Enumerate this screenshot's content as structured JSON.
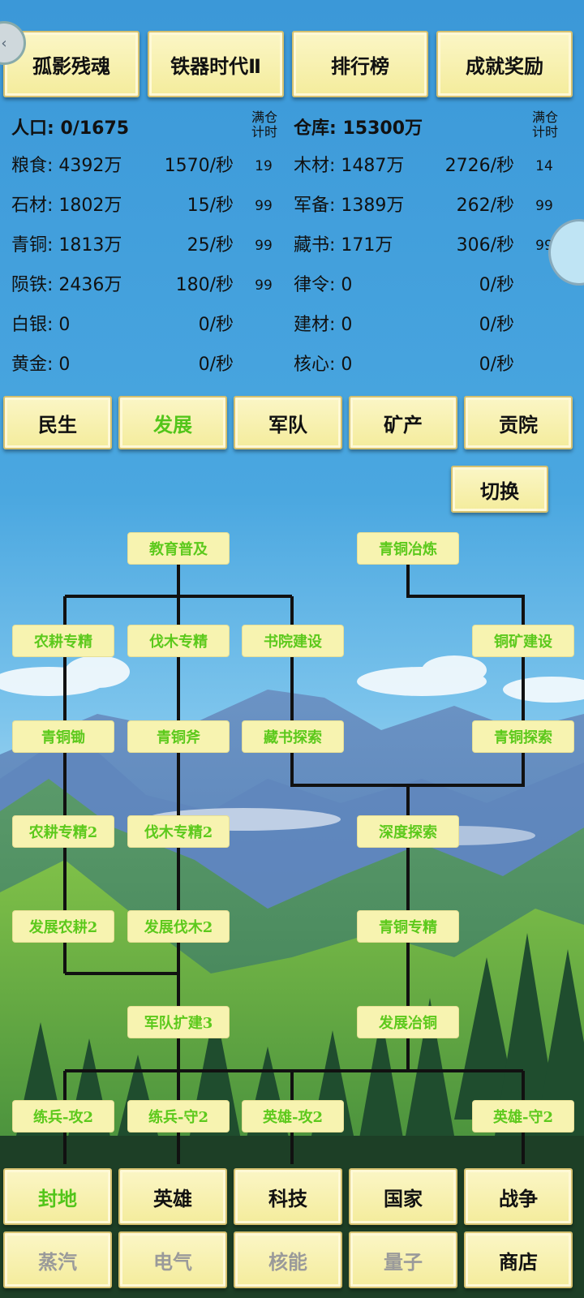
{
  "top_buttons": [
    "孤影残魂",
    "铁器时代Ⅱ",
    "排行榜",
    "成就奖励"
  ],
  "population": {
    "label": "人口",
    "value": "0/1675"
  },
  "warehouse": {
    "label": "仓库",
    "value": "15300万"
  },
  "timer_header": "满仓计时",
  "resources_left": [
    {
      "name": "粮食",
      "amount": "4392万",
      "rate": "1570/秒",
      "timer": "19"
    },
    {
      "name": "石材",
      "amount": "1802万",
      "rate": "15/秒",
      "timer": "99"
    },
    {
      "name": "青铜",
      "amount": "1813万",
      "rate": "25/秒",
      "timer": "99"
    },
    {
      "name": "陨铁",
      "amount": "2436万",
      "rate": "180/秒",
      "timer": "99"
    },
    {
      "name": "白银",
      "amount": "0",
      "rate": "0/秒",
      "timer": ""
    },
    {
      "name": "黄金",
      "amount": "0",
      "rate": "0/秒",
      "timer": ""
    }
  ],
  "resources_right": [
    {
      "name": "木材",
      "amount": "1487万",
      "rate": "2726/秒",
      "timer": "14"
    },
    {
      "name": "军备",
      "amount": "1389万",
      "rate": "262/秒",
      "timer": "99"
    },
    {
      "name": "藏书",
      "amount": "171万",
      "rate": "306/秒",
      "timer": "99"
    },
    {
      "name": "律令",
      "amount": "0",
      "rate": "0/秒",
      "timer": ""
    },
    {
      "name": "建材",
      "amount": "0",
      "rate": "0/秒",
      "timer": ""
    },
    {
      "name": "核心",
      "amount": "0",
      "rate": "0/秒",
      "timer": ""
    }
  ],
  "category_tabs": [
    "民生",
    "发展",
    "军队",
    "矿产",
    "贡院"
  ],
  "active_category": "发展",
  "switch_label": "切换",
  "tech_nodes": {
    "education": "教育普及",
    "bronze_smelting": "青铜冶炼",
    "farming_mastery": "农耕专精",
    "logging_mastery": "伐木专精",
    "academy_build": "书院建设",
    "copper_mine_build": "铜矿建设",
    "bronze_hoe": "青铜锄",
    "bronze_axe": "青铜斧",
    "book_explore": "藏书探索",
    "bronze_explore": "青铜探索",
    "farming_mastery2": "农耕专精2",
    "logging_mastery2": "伐木专精2",
    "deep_explore": "深度探索",
    "develop_farming2": "发展农耕2",
    "develop_logging2": "发展伐木2",
    "bronze_mastery": "青铜专精",
    "army_expand3": "军队扩建3",
    "develop_copper": "发展冶铜",
    "train_attack2": "练兵-攻2",
    "train_defense2": "练兵-守2",
    "hero_attack2": "英雄-攻2",
    "hero_defense2": "英雄-守2"
  },
  "bottom_nav_row1": [
    "封地",
    "英雄",
    "科技",
    "国家",
    "战争"
  ],
  "bottom_nav_row2": [
    "蒸汽",
    "电气",
    "核能",
    "量子",
    "商店"
  ],
  "colors": {
    "sky": "#4aa3dc",
    "button": "#f7f0b0",
    "active_green": "#52c51a",
    "tech_text": "#5cc91c"
  }
}
